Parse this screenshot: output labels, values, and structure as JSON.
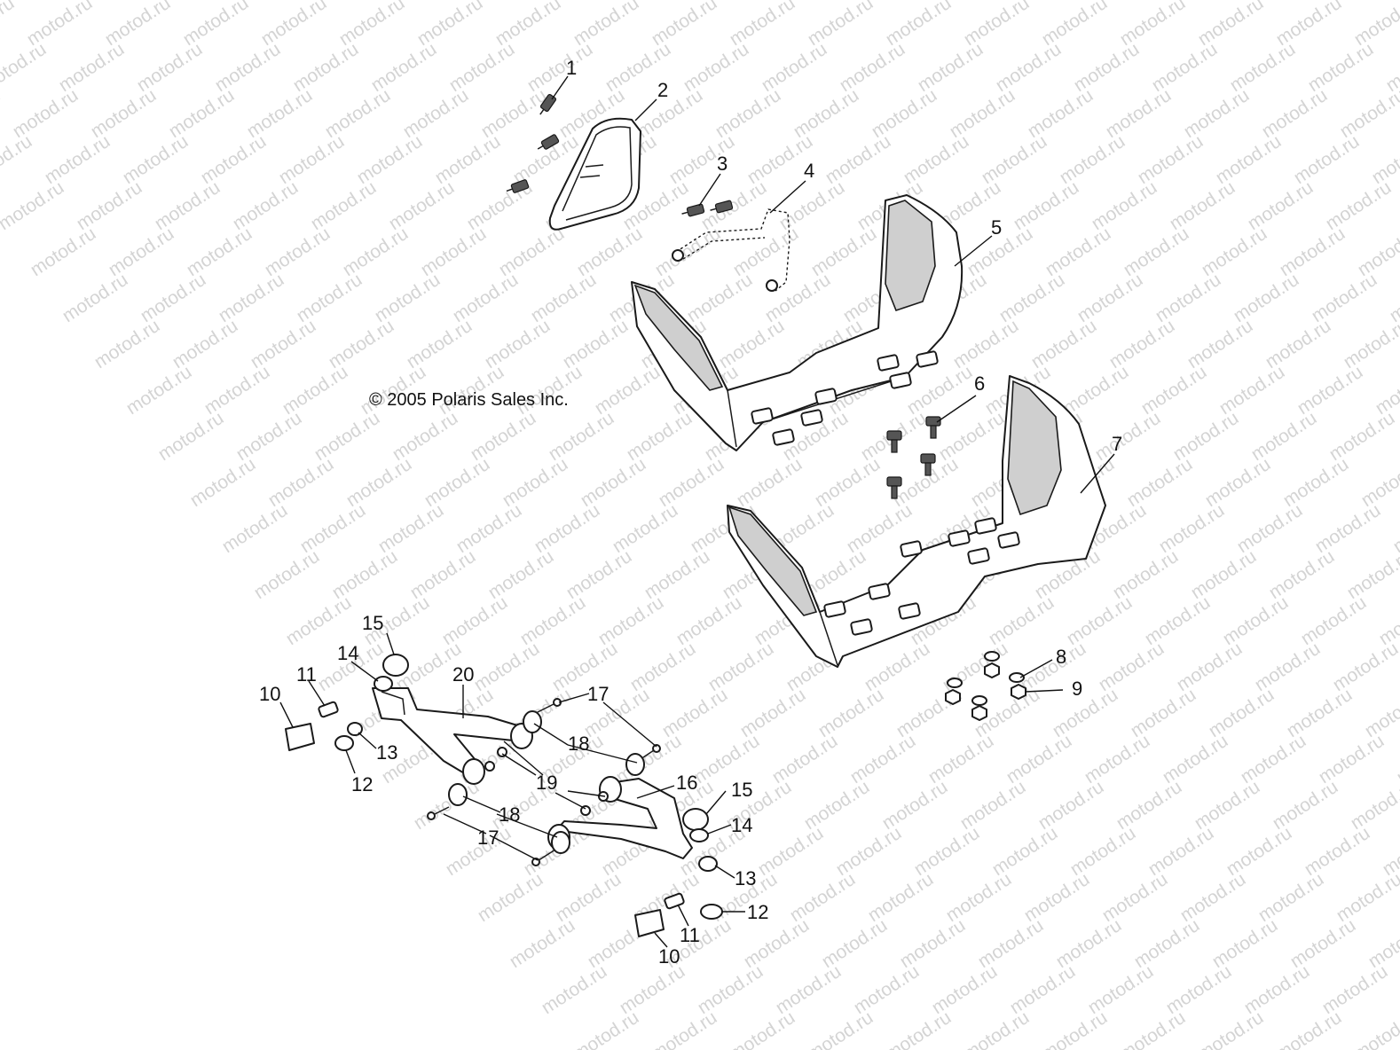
{
  "watermark": {
    "text": "motod.ru"
  },
  "copyright": "© 2005 Polaris Sales Inc.",
  "callouts": {
    "c1": "1",
    "c2": "2",
    "c3": "3",
    "c4": "4",
    "c5": "5",
    "c6": "6",
    "c7": "7",
    "c8": "8",
    "c9": "9",
    "c10a": "10",
    "c10b": "10",
    "c11a": "11",
    "c11b": "11",
    "c12a": "12",
    "c12b": "12",
    "c13a": "13",
    "c13b": "13",
    "c14a": "14",
    "c14b": "14",
    "c15a": "15",
    "c15b": "15",
    "c16": "16",
    "c17a": "17",
    "c17b": "17",
    "c18a": "18",
    "c18b": "18",
    "c19": "19",
    "c20": "20"
  }
}
